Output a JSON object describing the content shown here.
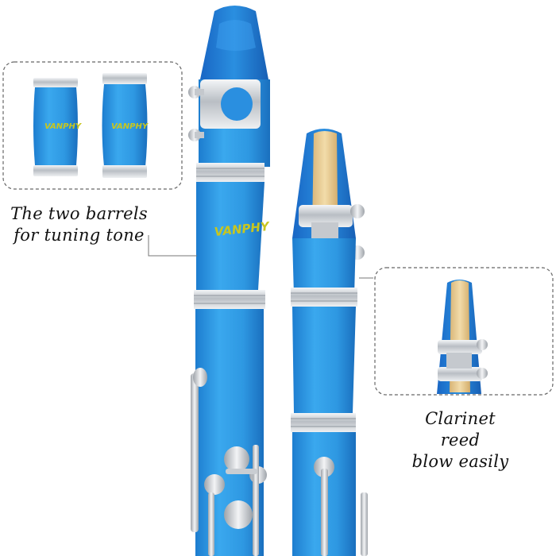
{
  "brand": {
    "logo_text": "VANPHY"
  },
  "callouts": {
    "barrels": {
      "line1": "The two barrels",
      "line2": "for tuning tone"
    },
    "reed": {
      "line1": "Clarinet reed",
      "line2": "blow easily"
    }
  },
  "colors": {
    "clarinet_body": "#2e9fe6",
    "clarinet_dark": "#1f6fc0",
    "metal": "#d5d8dc",
    "reed": "#e9c98d",
    "logo": "#c8c61e",
    "callout_border": "#666666"
  }
}
